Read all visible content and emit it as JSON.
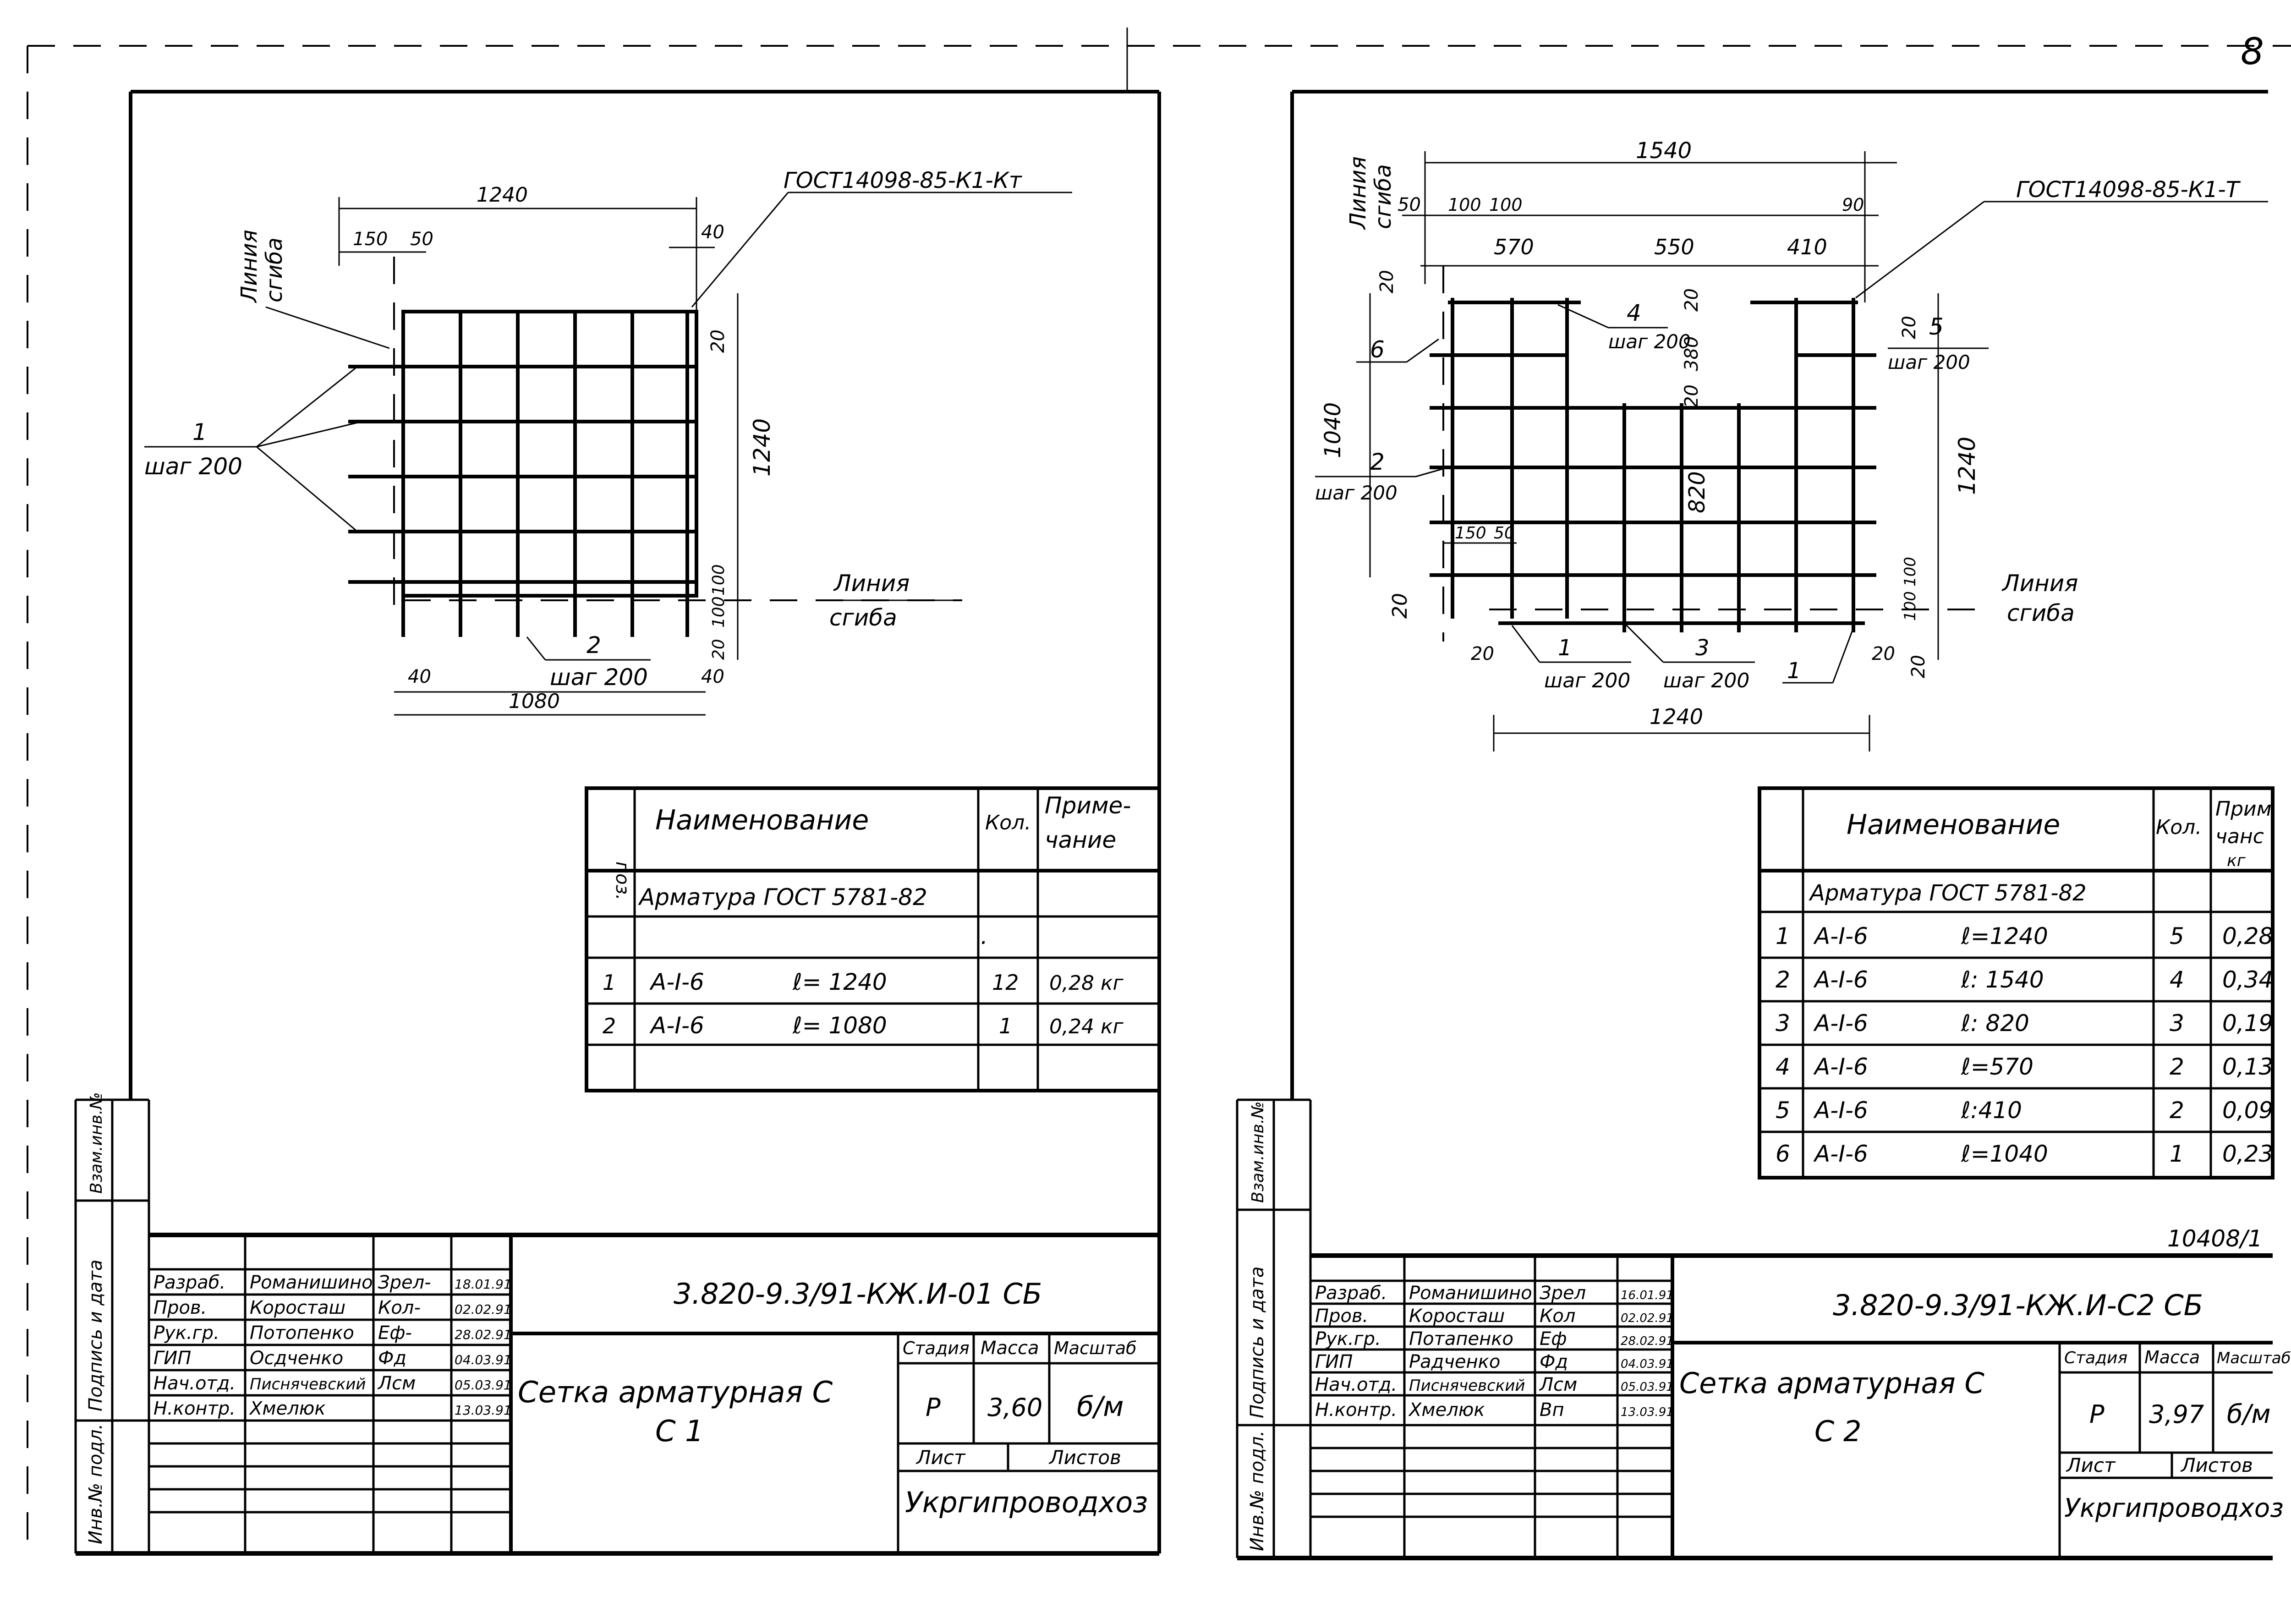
{
  "page_number": "8",
  "sheet_left": {
    "drawing": {
      "dim_total_width": "1240",
      "dim_150": "150",
      "dim_50": "50",
      "dim_40_top": "40",
      "gost": "ГОСТ14098-85-К1-Кт",
      "bend_line_label_top": "Линия сгиба",
      "bend_line_label_top_1": "Линия",
      "bend_line_label_top_2": "сгиба",
      "pos1": "1",
      "pos1_step": "шаг 200",
      "dim_20_right": "20",
      "dim_1240_right": "1240",
      "dim_100_right": "100",
      "dim_100_right_2": "100",
      "dim_20_bottom_right": "20",
      "bend_line_label_bottom_1": "Линия",
      "bend_line_label_bottom_2": "сгиба",
      "pos2": "2",
      "pos2_step": "шаг 200",
      "dim_40_left": "40",
      "dim_40_right": "40",
      "dim_1080": "1080"
    },
    "spec_table": {
      "headers": [
        "поз.",
        "Наименование",
        "Кол.",
        "Приме-",
        "чание"
      ],
      "section": "Арматура ГОСТ 5781-82",
      "dot": ".",
      "rows": [
        {
          "pos": "1",
          "name": "А-I-6",
          "len": "ℓ= 1240",
          "qty": "12",
          "note": "0,28 кг"
        },
        {
          "pos": "2",
          "name": "А-I-6",
          "len": "ℓ= 1080",
          "qty": "1",
          "note": "0,24 кг"
        }
      ]
    },
    "title_block": {
      "doc_code": "3.820-9.3/91-КЖ.И-01 СБ",
      "title_1": "Сетка арматурная С",
      "title_2": "С 1",
      "staff": [
        {
          "role": "Разраб.",
          "name": "Романишино",
          "sig": "Зрел-",
          "date": "18.01.91"
        },
        {
          "role": "Пров.",
          "name": "Коросташ",
          "sig": "Кол-",
          "date": "02.02.91"
        },
        {
          "role": "Рук.гр.",
          "name": "Потопенко",
          "sig": "Еф-",
          "date": "28.02.91"
        },
        {
          "role": "ГИП",
          "name": "Осдченко",
          "sig": "Фд",
          "date": "04.03.91"
        },
        {
          "role": "Нач.отд.",
          "name": "Писнячевский",
          "sig": "Лсм",
          "date": "05.03.91"
        },
        {
          "role": "Н.контр.",
          "name": "Хмелюк",
          "sig": "",
          "date": "13.03.91"
        }
      ],
      "stage_label": "Стадия",
      "mass_label": "Масса",
      "scale_label": "Масштаб",
      "stage": "Р",
      "mass": "3,60",
      "scale": "б/м",
      "sheet_label": "Лист",
      "sheets_label": "Листов",
      "org": "Укргипроводхоз"
    },
    "margin_labels": [
      "Инв.№ подл.",
      "Подпись и дата",
      "Взам.инв.№"
    ]
  },
  "sheet_right": {
    "drawing": {
      "bend_line_label_top_1": "Линия",
      "bend_line_label_top_2": "сгиба",
      "dim_1540": "1540",
      "gost": "ГОСТ14098-85-К1-Т",
      "dim_50": "50",
      "dim_100a": "100",
      "dim_100b": "100",
      "dim_90": "90",
      "dim_570": "570",
      "dim_550": "550",
      "dim_410": "410",
      "dim_20_top_left": "20",
      "pos4": "4",
      "pos4_step": "шаг 200",
      "dim_20_mid": "20",
      "pos5": "5",
      "dim_20_r": "20",
      "pos5_step": "шаг 200",
      "pos6": "6",
      "dim_380": "380",
      "dim_20_inner": "20",
      "dim_1040": "1040",
      "pos2": "2",
      "pos2_step": "шаг 200",
      "dim_820": "820",
      "dim_1240_right": "1240",
      "dim_150": "150",
      "dim_50b": "50",
      "dim_100c": "100",
      "dim_100d": "100",
      "dim_20_left": "20",
      "bend_line_label_bottom_1": "Линия",
      "bend_line_label_bottom_2": "сгиба",
      "dim_20_bl": "20",
      "pos1": "1",
      "pos1_step": "шаг 200",
      "pos3": "3",
      "pos3_step": "шаг 200",
      "pos1b": "1",
      "dim_20_br": "20",
      "dim_20_br2": "20",
      "dim_1240_bottom": "1240"
    },
    "spec_table": {
      "headers": [
        "Наименование",
        "Кол.",
        "Прим",
        "чанс",
        "кг"
      ],
      "section": "Арматура ГОСТ 5781-82",
      "rows": [
        {
          "pos": "1",
          "name": "А-I-6",
          "len": "ℓ=1240",
          "qty": "5",
          "note": "0,28"
        },
        {
          "pos": "2",
          "name": "А-I-6",
          "len": "ℓ: 1540",
          "qty": "4",
          "note": "0,34"
        },
        {
          "pos": "3",
          "name": "А-I-6",
          "len": "ℓ: 820",
          "qty": "3",
          "note": "0,19"
        },
        {
          "pos": "4",
          "name": "А-I-6",
          "len": "ℓ=570",
          "qty": "2",
          "note": "0,13"
        },
        {
          "pos": "5",
          "name": "А-I-6",
          "len": "ℓ:410",
          "qty": "2",
          "note": "0,09"
        },
        {
          "pos": "6",
          "name": "А-I-6",
          "len": "ℓ=1040",
          "qty": "1",
          "note": "0,23"
        }
      ]
    },
    "sheet_ref": "10408/1",
    "title_block": {
      "doc_code": "3.820-9.3/91-КЖ.И-С2 СБ",
      "title_1": "Сетка арматурная С",
      "title_2": "С 2",
      "staff": [
        {
          "role": "Разраб.",
          "name": "Романишино",
          "sig": "Зрел",
          "date": "16.01.91"
        },
        {
          "role": "Пров.",
          "name": "Коросташ",
          "sig": "Кол",
          "date": "02.02.91"
        },
        {
          "role": "Рук.гр.",
          "name": "Потапенко",
          "sig": "Еф",
          "date": "28.02.91"
        },
        {
          "role": "ГИП",
          "name": "Радченко",
          "sig": "Фд",
          "date": "04.03.91"
        },
        {
          "role": "Нач.отд.",
          "name": "Писнячевский",
          "sig": "Лсм",
          "date": "05.03.91"
        },
        {
          "role": "Н.контр.",
          "name": "Хмелюк",
          "sig": "Вп",
          "date": "13.03.91"
        }
      ],
      "stage_label": "Стадия",
      "mass_label": "Масса",
      "scale_label": "Масштаб",
      "stage": "Р",
      "mass": "3,97",
      "scale": "б/м",
      "sheet_label": "Лист",
      "sheets_label": "Листов",
      "org": "Укргипроводхоз"
    },
    "margin_labels": [
      "Инв.№ подл.",
      "Подпись и дата",
      "Взам.инв.№"
    ]
  }
}
